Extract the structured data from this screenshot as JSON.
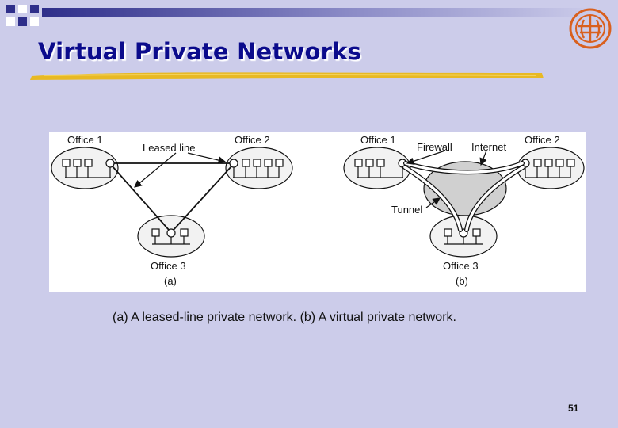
{
  "slide": {
    "title": "Virtual Private Networks",
    "caption": "(a) A leased-line private network.  (b) A virtual private network.",
    "page_number": "51"
  },
  "figure": {
    "a": {
      "office1": "Office 1",
      "office2": "Office 2",
      "office3": "Office 3",
      "leased_line": "Leased line",
      "sub_label": "(a)"
    },
    "b": {
      "office1": "Office 1",
      "office2": "Office 2",
      "office3": "Office 3",
      "firewall": "Firewall",
      "internet": "Internet",
      "tunnel": "Tunnel",
      "sub_label": "(b)"
    }
  },
  "colors": {
    "background": "#ccccea",
    "title": "#0b0b8c",
    "underline": "#e8b923",
    "decor_blocks": "#2e2e8a",
    "logo": "#d9601e"
  }
}
